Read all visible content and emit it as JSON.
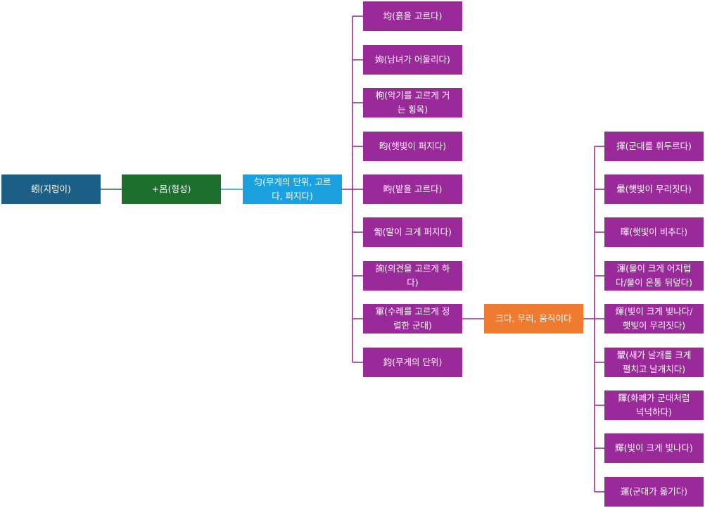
{
  "colors": {
    "root": "#1b5f86",
    "radical": "#1d6f2e",
    "phonetic": "#1ba1df",
    "branch": "#9a2a99",
    "meaning": "#ef7b31",
    "line_root": "#1d6f2e",
    "line_phonetic": "#1ba1df",
    "line_branch": "#9a2a99"
  },
  "root": {
    "label": "蚓(지렁이)"
  },
  "radical": {
    "label": "+呂(형성)"
  },
  "phonetic": {
    "label": "匀(무게의 단위, 고르다, 퍼지다)"
  },
  "branches": [
    {
      "label": "均(흙을 고르다)"
    },
    {
      "label": "姁(남녀가 어울리다)"
    },
    {
      "label": "枸(악기를 고르게 거는 횡목)"
    },
    {
      "label": "昀(햇빛이 퍼지다)"
    },
    {
      "label": "畇(밭을 고르다)"
    },
    {
      "label": "訇(말이 크게 퍼지다)"
    },
    {
      "label": "詢(의견을 고르게 하다)"
    },
    {
      "label": "軍(수레를 고르게 정렬한 군대)"
    },
    {
      "label": "鈞(무게의 단위)"
    }
  ],
  "meaning": {
    "label": "크다, 무리, 움직이다"
  },
  "leaves": [
    {
      "label": "揮(군대를 휘두르다)"
    },
    {
      "label": "暈(햇빛이 무리짓다)"
    },
    {
      "label": "暉(햇빛이 비추다)"
    },
    {
      "label": "渾(물이 크게 어지럽다/물이 온통 뒤덮다)"
    },
    {
      "label": "煇(빛이 크게 빛나다/햇빛이 무리짓다)"
    },
    {
      "label": "翬(새가 날개를 크게 펼치고 날개치다)"
    },
    {
      "label": "賱(화폐가 군대처럼 넉넉하다)"
    },
    {
      "label": "輝(빛이 크게 빛나다)"
    },
    {
      "label": "運(군대가 옮기다)"
    }
  ]
}
